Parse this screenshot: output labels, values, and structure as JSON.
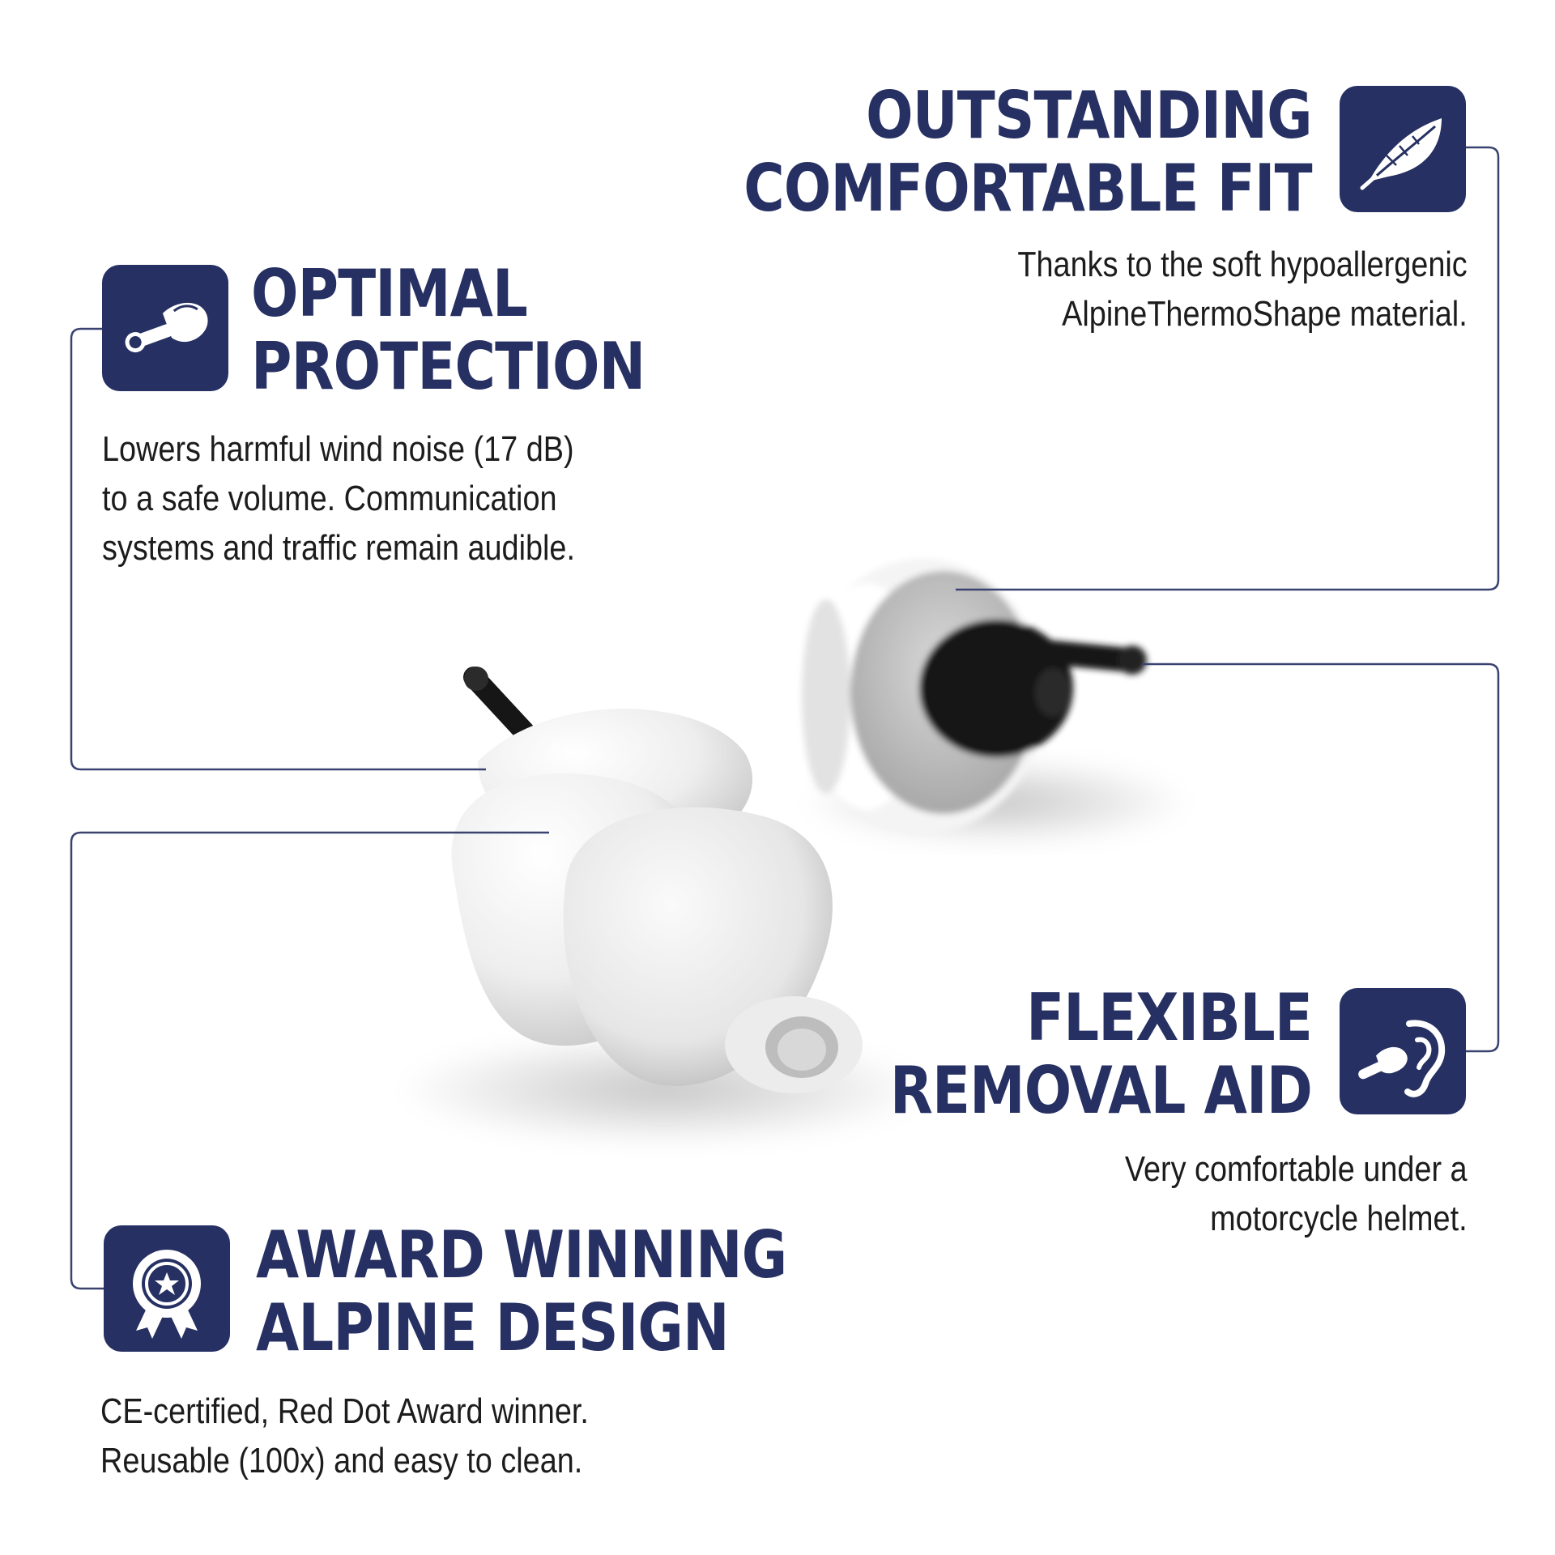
{
  "colors": {
    "navy": "#263062",
    "text": "#1c1c1c",
    "line": "#3a4270"
  },
  "features": {
    "comfort": {
      "icon": "feather-icon",
      "title_lines": [
        "OUTSTANDING",
        "COMFORTABLE FIT"
      ],
      "desc_lines": [
        "Thanks to the soft hypoallergenic",
        "AlpineThermoShape material."
      ]
    },
    "protection": {
      "icon": "earplug-icon",
      "title_lines": [
        "OPTIMAL",
        "PROTECTION"
      ],
      "desc_lines": [
        "Lowers harmful wind noise (17 dB)",
        "to a safe volume. Communication",
        "systems and traffic remain audible."
      ]
    },
    "removal": {
      "icon": "ear-earplug-icon",
      "title_lines": [
        "FLEXIBLE",
        "REMOVAL AID"
      ],
      "desc_lines": [
        "Very comfortable under a",
        "motorcycle helmet."
      ]
    },
    "award": {
      "icon": "award-rosette-icon",
      "title_lines": [
        "AWARD WINNING",
        "ALPINE DESIGN"
      ],
      "desc_lines": [
        "CE-certified, Red Dot Award winner.",
        "Reusable (100x) and easy to clean."
      ]
    }
  }
}
